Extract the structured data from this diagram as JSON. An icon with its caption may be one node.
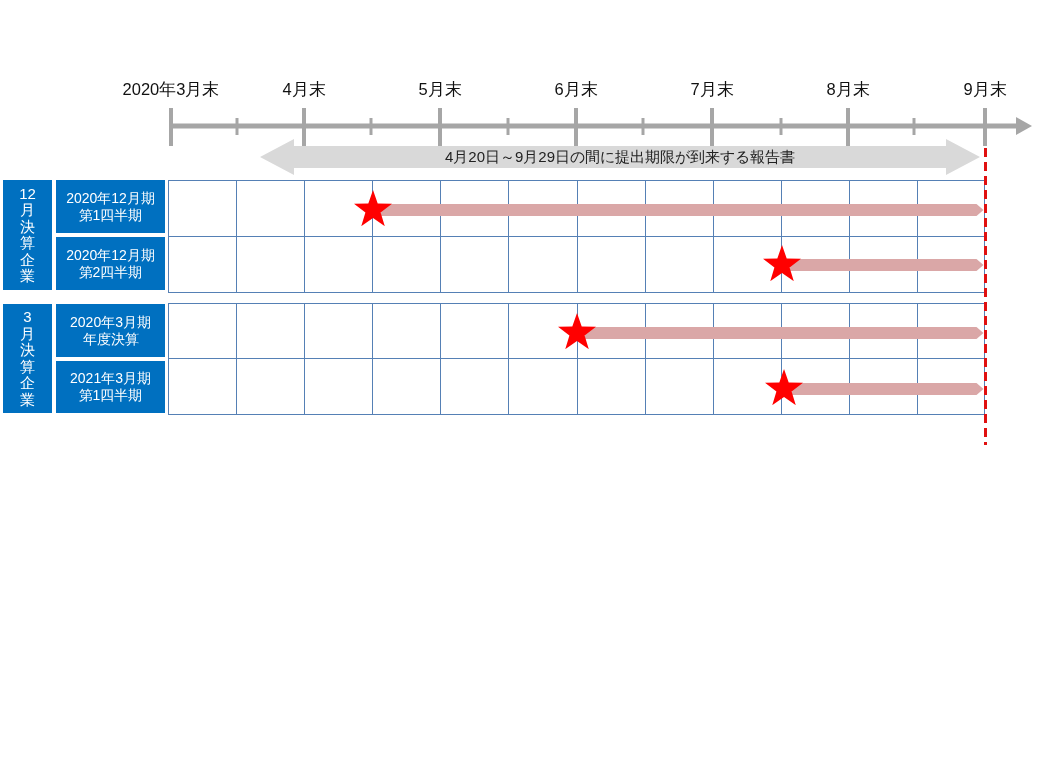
{
  "diagram": {
    "nodes": [
      {
        "text": [
          "4月20日～9月29日の間に提出期限が到来する報告書"
        ]
      },
      {
        "text": [
          "12月決算企業"
        ]
      },
      {
        "text": [
          "2020年12月期第1四半期"
        ]
      },
      {
        "text": [
          "2020年12月期第2四半期"
        ]
      },
      {
        "text": [
          "3月決算企業"
        ]
      },
      {
        "text": [
          "2020年3月期年度決算"
        ]
      },
      {
        "text": [
          "2021年3月期第1四半期"
        ]
      },
      {
        "text": [],
        "shape": "star"
      },
      {
        "text": [],
        "shape": "star"
      },
      {
        "text": [],
        "shape": "star"
      },
      {
        "text": [],
        "shape": "star"
      },
      {
        "text": [],
        "shape": "line"
      }
    ],
    "edges": [
      {
        "from": 7,
        "to": 11,
        "arrow": "to"
      },
      {
        "from": 8,
        "to": 11,
        "arrow": "to"
      },
      {
        "from": 9,
        "to": 11,
        "arrow": "to"
      },
      {
        "from": 10,
        "to": 11,
        "arrow": "to"
      }
    ],
    "labels": [
      "2020年3月末",
      "4月末",
      "5月末",
      "6月末",
      "7月末",
      "8月末",
      "9月末"
    ]
  }
}
